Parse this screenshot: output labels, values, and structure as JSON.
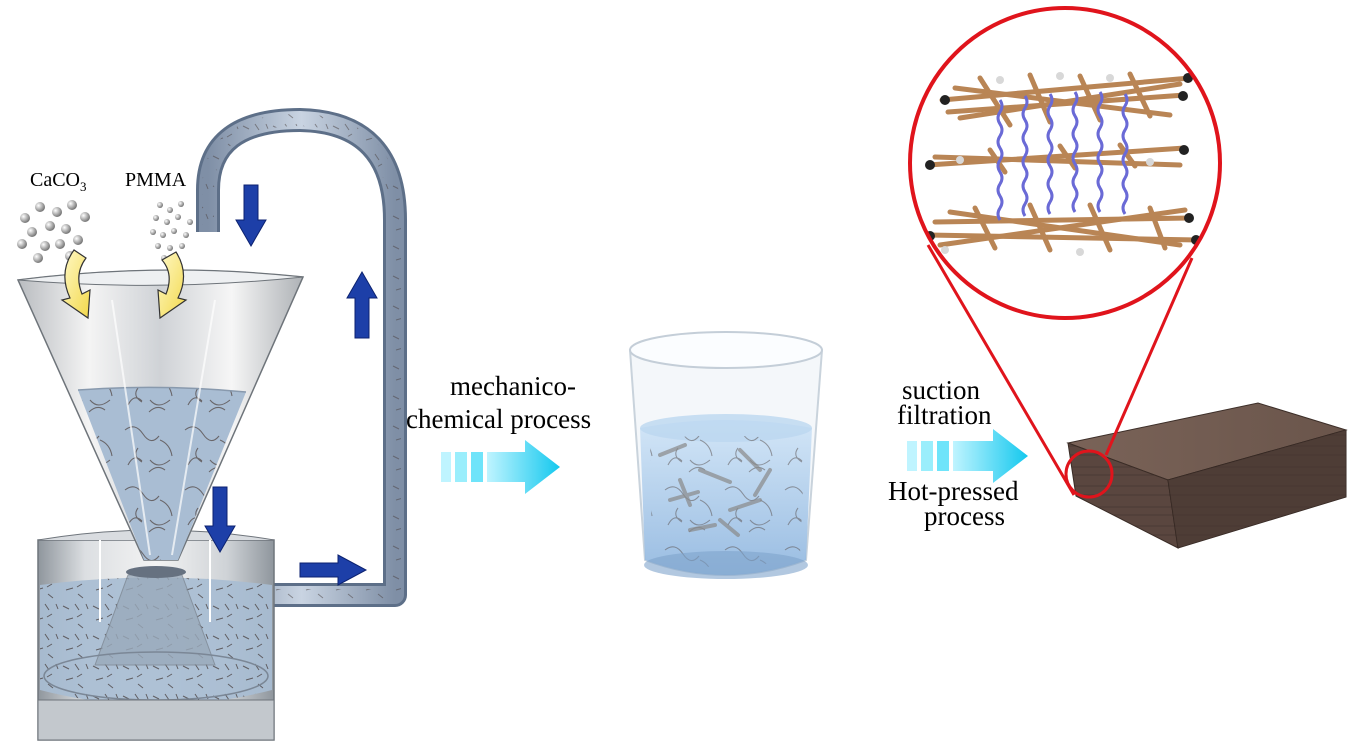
{
  "labels": {
    "caco3_base": "CaCO",
    "caco3_sub": "3",
    "pmma": "PMMA",
    "mech_line1": "mechanico-",
    "mech_line2": "chemical process",
    "suction_line1": "suction",
    "suction_line2": "filtration",
    "hot_line1": "Hot-pressed",
    "hot_line2": "process"
  },
  "colors": {
    "flow_arrow": "#1d3fa8",
    "process_arrow": "#1fd0f0",
    "magnifier": "#e0141c",
    "liquid": "#a9bfd6",
    "board": "#5a463f",
    "fiber": "#b98555",
    "linker": "#6a6ad6"
  },
  "icons": {
    "particles": "particle-cluster-icon",
    "feed": "feed-arrow-icon",
    "flow": "flow-arrow-icon",
    "process": "process-arrow-icon"
  }
}
